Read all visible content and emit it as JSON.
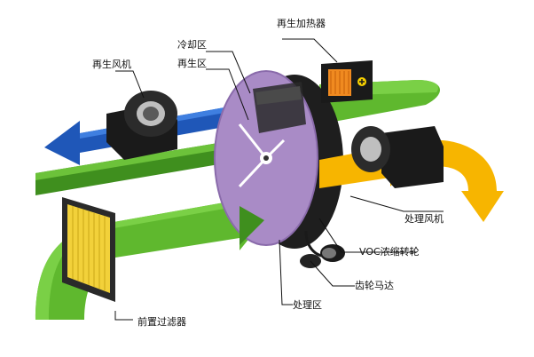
{
  "labels": {
    "regen_heater": "再生加热器",
    "cooling_zone": "冷却区",
    "regen_zone": "再生区",
    "regen_fan": "再生风机",
    "process_fan": "处理风机",
    "voc_wheel": "VOC浓缩转轮",
    "gear_motor": "齿轮马达",
    "process_zone": "处理区",
    "pre_filter": "前置过滤器"
  },
  "colors": {
    "process_air": "#5fb82e",
    "process_air_dark": "#3f8f1e",
    "clean_air": "#f7b500",
    "exhaust_air": "#1f57b8",
    "wheel_face": "#a98bc6",
    "wheel_rim": "#1e1e1e",
    "filter_frame": "#2a2a2a",
    "filter_media": "#f2d13a",
    "heater": "#f08a20"
  }
}
